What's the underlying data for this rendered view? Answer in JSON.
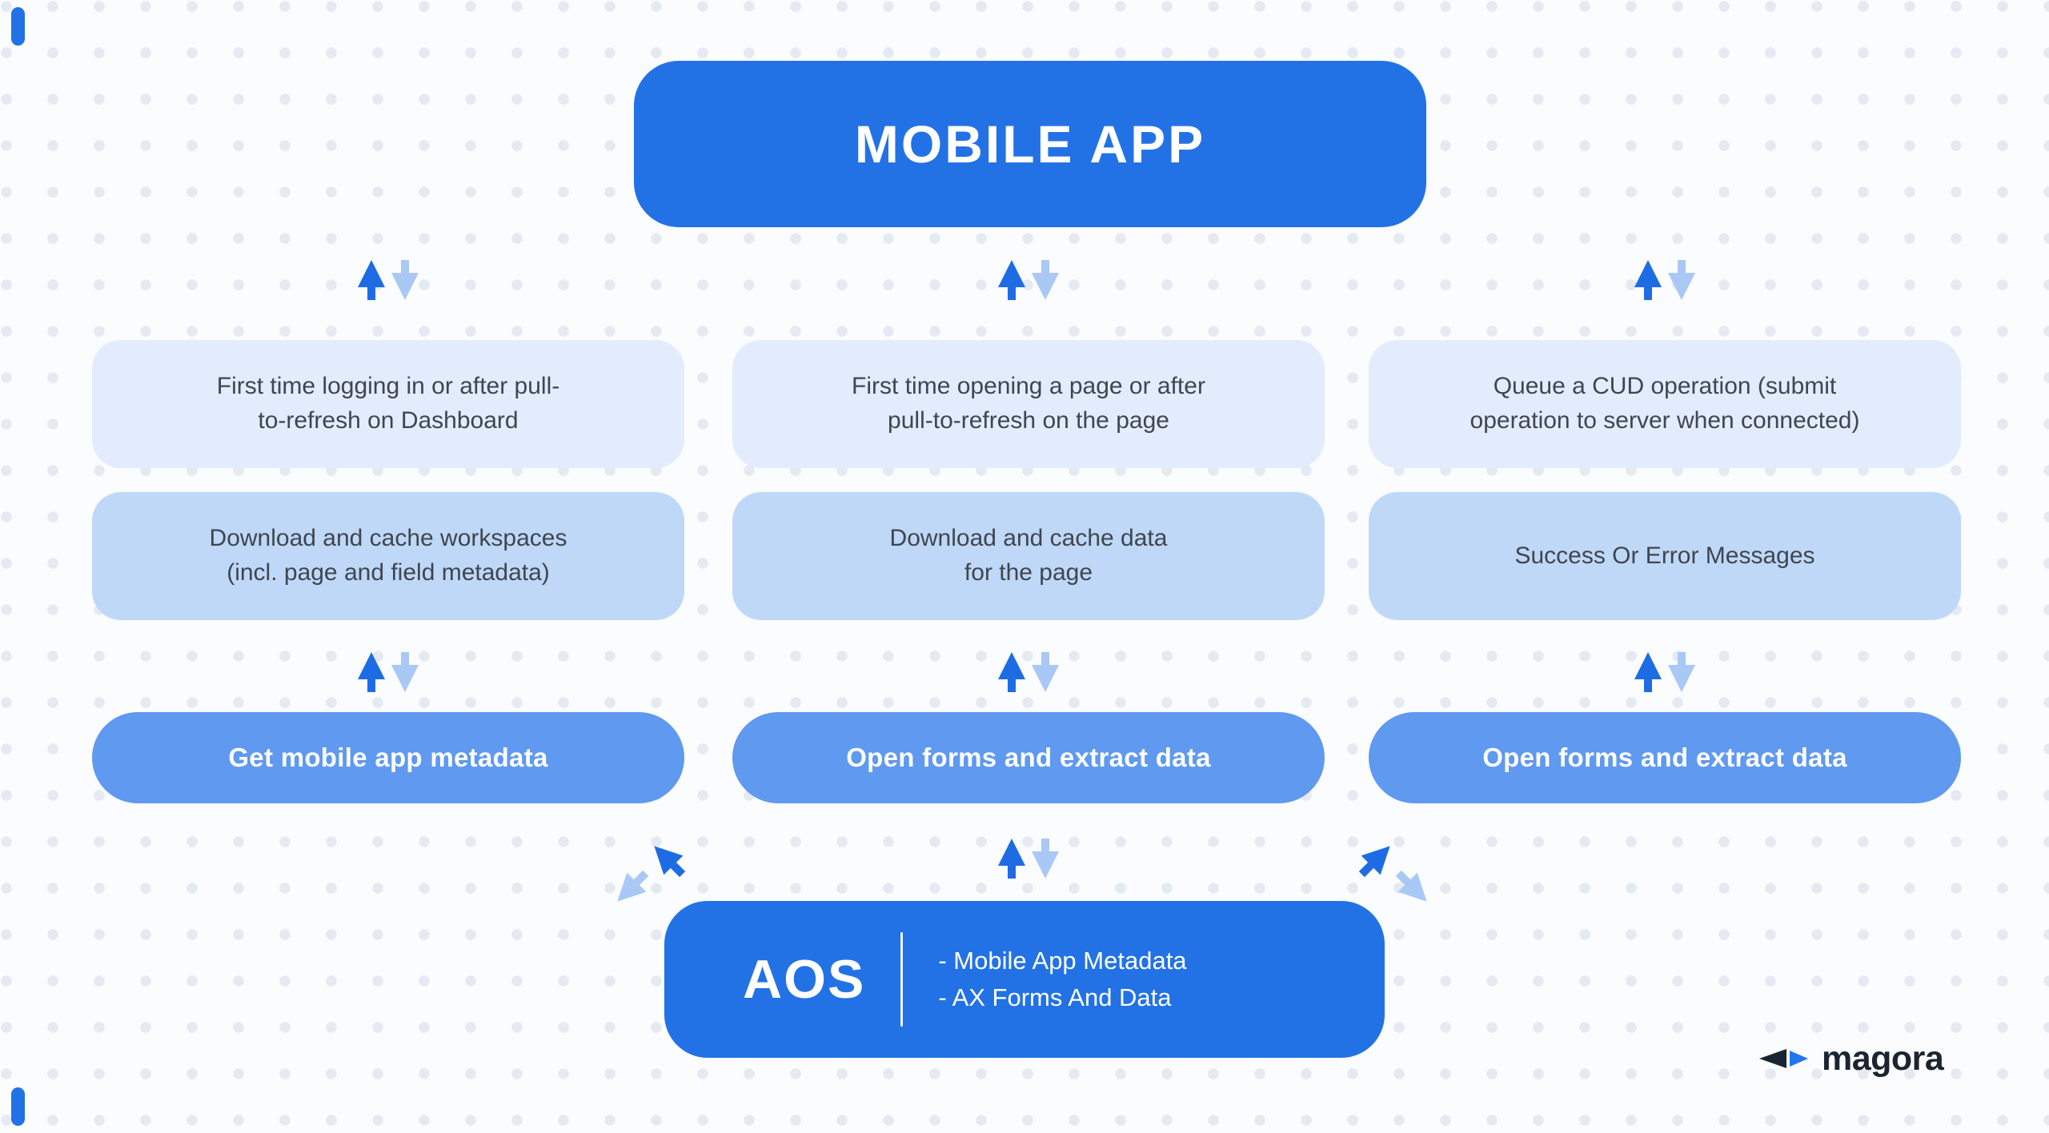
{
  "page": {
    "background": "#FBFCFE",
    "dot_pattern_color": "#E4E9F2"
  },
  "colors": {
    "primary_blue": "#2272E6",
    "pill_blue": "#5F99F0",
    "row1_light_blue": "#E2ECFC",
    "row2_light_blue": "#BFD8F8",
    "arrow_dark": "#1E6CE4",
    "arrow_light": "#A9C8F5",
    "text_dark": "#3F464F",
    "logo_dark": "#1B2531",
    "logo_blue": "#2176F0"
  },
  "diagram": {
    "title": "MOBILE APP",
    "columns": [
      {
        "trigger": "First time logging in or after pull-\nto-refresh on Dashboard",
        "action": "Download and cache workspaces\n(incl. page and field metadata)",
        "call": "Get mobile app metadata"
      },
      {
        "trigger": "First time opening a page or after\npull-to-refresh on the page",
        "action": "Download and cache data\nfor the page",
        "call": "Open forms and extract data"
      },
      {
        "trigger": "Queue a CUD operation (submit\noperation to server when connected)",
        "action": "Success Or Error Messages",
        "call": "Open forms and extract data"
      }
    ],
    "backend": {
      "name": "AOS",
      "items": "- Mobile App Metadata\n- AX Forms And Data"
    },
    "logo_text": "magora"
  }
}
